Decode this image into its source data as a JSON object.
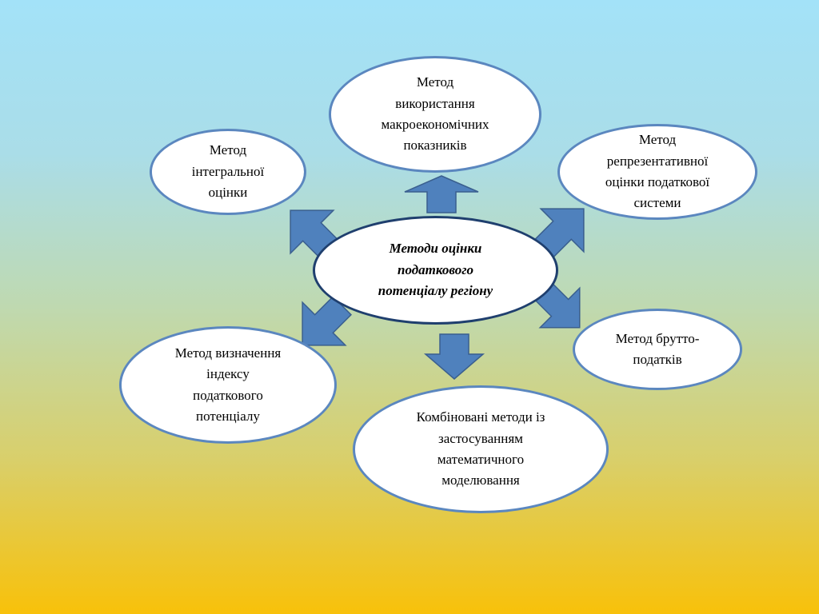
{
  "diagram": {
    "center": {
      "label": "Методи оцінки\nподаткового\nпотенціалу регіону"
    },
    "nodes": [
      {
        "id": "macro",
        "label": "Метод\nвикористання\nмакроекономічних\nпоказників"
      },
      {
        "id": "integral",
        "label": "Метод\nінтегральної\nоцінки"
      },
      {
        "id": "representative",
        "label": "Метод\nрепрезентативної\nоцінки податкової\nсистеми"
      },
      {
        "id": "gross",
        "label": "Метод брутто-\nподатків"
      },
      {
        "id": "combined",
        "label": "Комбіновані методи із\nзастосуванням\nматематичного\nмоделювання"
      },
      {
        "id": "index",
        "label": "Метод визначення\nіндексу\nподаткового\nпотенціалу"
      }
    ],
    "colors": {
      "arrow_fill": "#4f81bd",
      "arrow_stroke": "#3a5f8f",
      "node_border": "#5b87bf",
      "center_border": "#1f3f6e"
    }
  }
}
